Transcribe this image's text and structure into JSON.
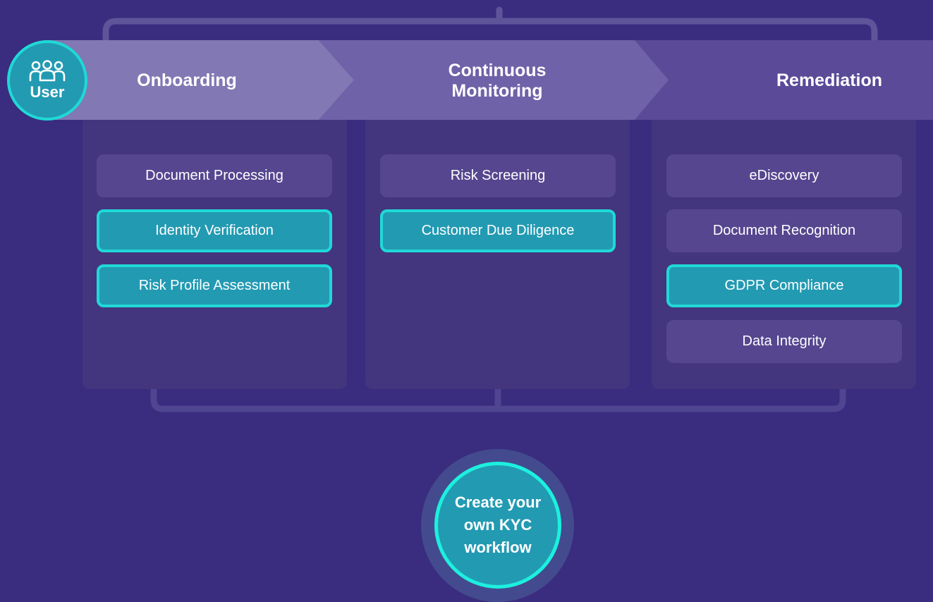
{
  "user": {
    "label": "User",
    "icon": "users-icon"
  },
  "stages": [
    {
      "label": "Onboarding",
      "cards": [
        {
          "label": "Document Processing",
          "highlighted": false
        },
        {
          "label": "Identity Verification",
          "highlighted": true
        },
        {
          "label": "Risk Profile Assessment",
          "highlighted": true
        }
      ]
    },
    {
      "label": "Continuous Monitoring",
      "cards": [
        {
          "label": "Risk Screening",
          "highlighted": false
        },
        {
          "label": "Customer Due Diligence",
          "highlighted": true
        }
      ]
    },
    {
      "label": "Remediation",
      "cards": [
        {
          "label": "eDiscovery",
          "highlighted": false
        },
        {
          "label": "Document Recognition",
          "highlighted": false
        },
        {
          "label": "GDPR Compliance",
          "highlighted": true
        },
        {
          "label": "Data Integrity",
          "highlighted": false
        }
      ]
    }
  ],
  "cta": {
    "label": "Create your own KYC workflow"
  },
  "colors": {
    "background": "#3a2c7e",
    "highlight_fill": "#229ab2",
    "highlight_border": "#1fd9d6",
    "card_fill": "#55468f",
    "column_fill": "#44357f"
  }
}
